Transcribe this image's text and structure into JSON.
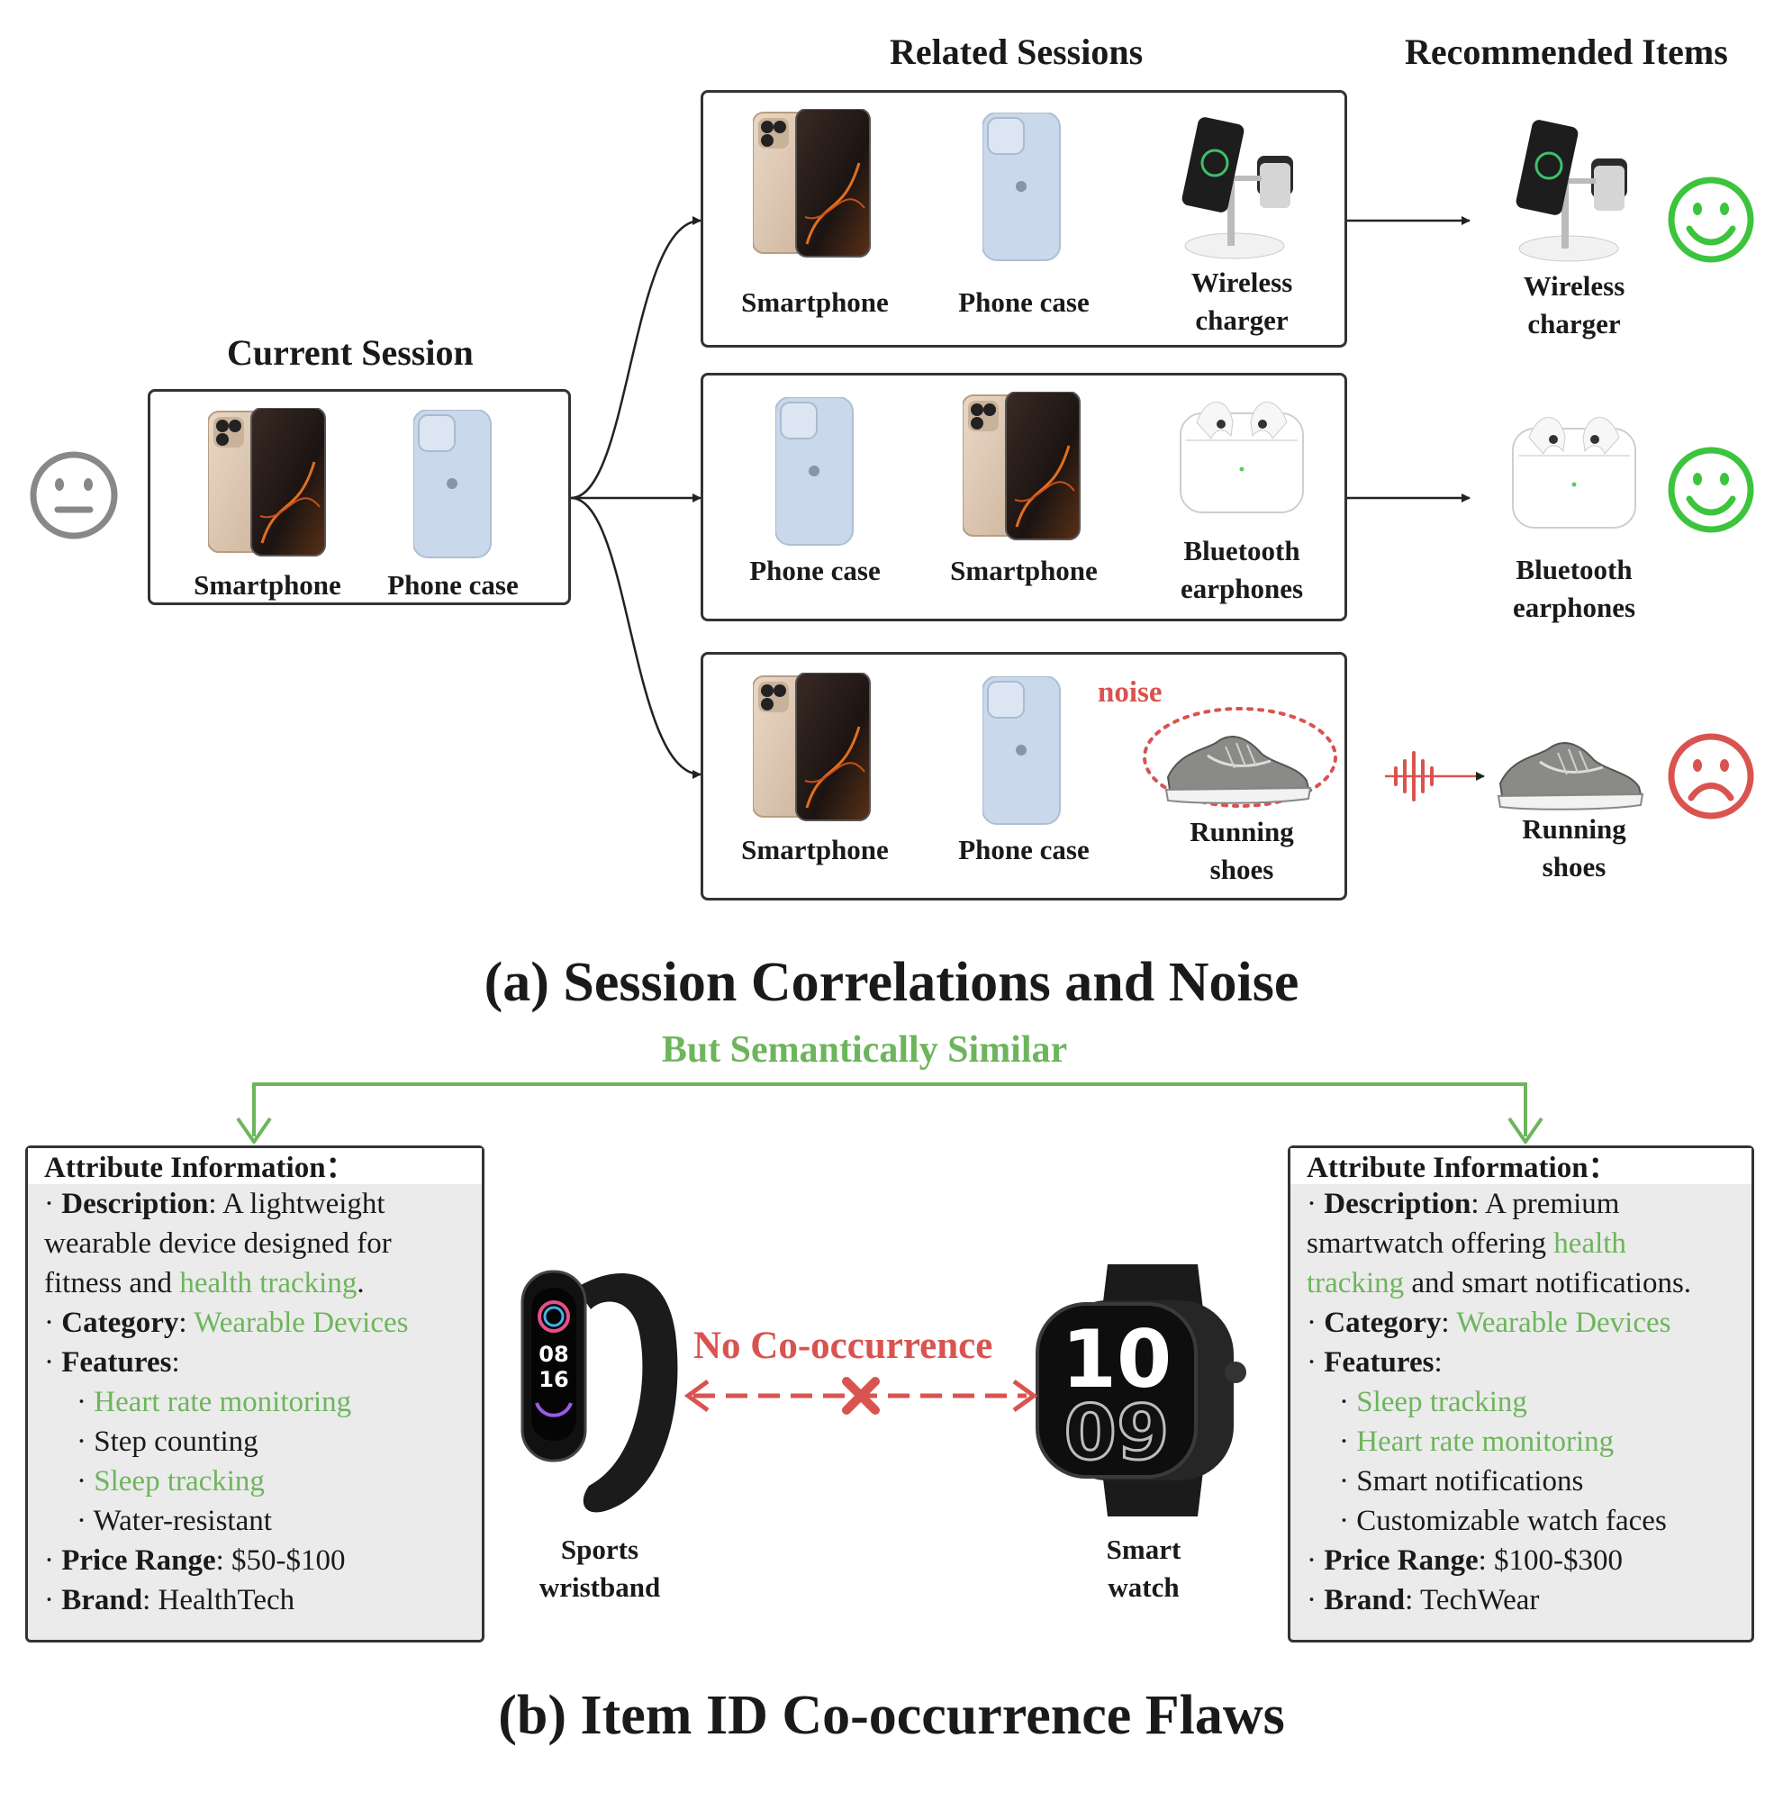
{
  "headers": {
    "related": "Related Sessions",
    "recommended": "Recommended Items",
    "current": "Current Session"
  },
  "current_session": {
    "items": [
      "Smartphone",
      "Phone case"
    ]
  },
  "sessions": [
    {
      "items": [
        "Smartphone",
        "Phone case",
        "Wireless charger"
      ],
      "recommended": "Wireless charger",
      "outcome": "happy"
    },
    {
      "items": [
        "Phone case",
        "Smartphone",
        "Bluetooth earphones"
      ],
      "recommended": "Bluetooth earphones",
      "outcome": "happy"
    },
    {
      "items": [
        "Smartphone",
        "Phone case",
        "Running shoes"
      ],
      "recommended": "Running shoes",
      "outcome": "sad",
      "noise_label": "noise"
    }
  ],
  "labels": {
    "smartphone": "Smartphone",
    "phone_case": "Phone case",
    "wireless_1": "Wireless",
    "wireless_2": "charger",
    "bt_1": "Bluetooth",
    "bt_2": "earphones",
    "run_1": "Running",
    "run_2": "shoes",
    "noise": "noise"
  },
  "title_a": "(a) Session Correlations and Noise",
  "title_b": "(b) Item ID Co-occurrence Flaws",
  "similar_label": "But Semantically Similar",
  "no_cooccurrence": "No  Co-occurrence",
  "wristband": {
    "line1": "Sports",
    "line2": "wristband"
  },
  "watch": {
    "line1": "Smart",
    "line2": "watch"
  },
  "attr_left": {
    "heading": "Attribute Information：",
    "desc_key": "Description",
    "desc_1": ": A lightweight",
    "desc_2": "wearable device designed for",
    "desc_3a": "fitness and ",
    "desc_3b": "health tracking",
    "desc_3c": ".",
    "cat_key": "Category",
    "cat_val": "Wearable Devices",
    "feat_key": "Features",
    "features": [
      "Heart rate monitoring",
      "Step counting",
      "Sleep tracking",
      "Water-resistant"
    ],
    "price_key": "Price Range",
    "price_val": ": $50-$100",
    "brand_key": "Brand",
    "brand_val": ": HealthTech"
  },
  "attr_right": {
    "heading": "Attribute Information：",
    "desc_key": "Description",
    "desc_1": ": A premium",
    "desc_2a": "smartwatch offering ",
    "desc_2b": "health",
    "desc_3a": "tracking",
    "desc_3b": " and smart notifications.",
    "cat_key": "Category",
    "cat_val": "Wearable Devices",
    "feat_key": "Features",
    "features": [
      "Sleep tracking",
      "Heart rate monitoring",
      "Smart notifications",
      "Customizable watch faces"
    ],
    "price_key": "Price Range",
    "price_val": ": $100-$300",
    "brand_key": "Brand",
    "brand_val": ": TechWear"
  },
  "colors": {
    "green": "#6db55c",
    "red": "#d9534f",
    "happy": "#3cc43c",
    "neutral": "#888888"
  }
}
